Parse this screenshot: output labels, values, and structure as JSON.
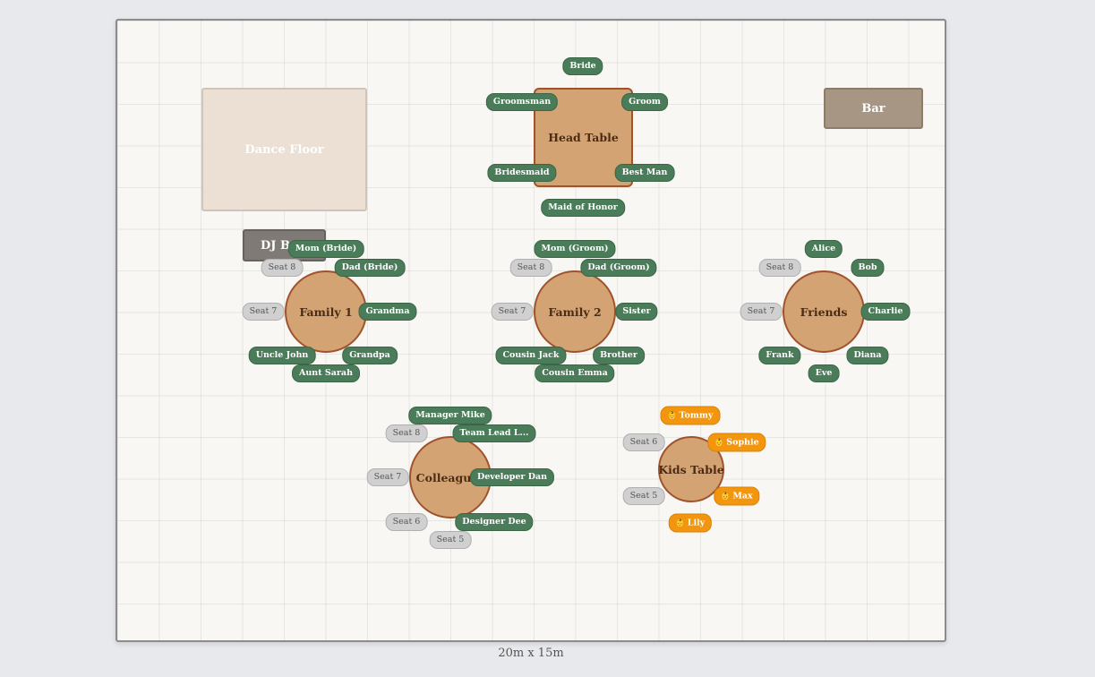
{
  "canvas": {
    "dimensions_label": "20m x 15m"
  },
  "zones": {
    "dance_floor": "Dance Floor",
    "bar": "Bar",
    "dj_booth": "DJ Booth"
  },
  "colors": {
    "seat_taken": "#4a7c59",
    "seat_empty": "#d0d0d0",
    "seat_kid": "#f3960f",
    "table_fill": "#d4a373",
    "table_border": "#a0522d"
  },
  "tables": {
    "head": {
      "name": "Head Table",
      "seats": [
        "Bride",
        "Groomsman",
        "Groom",
        "Bridesmaid",
        "Best Man",
        "Maid of Honor"
      ]
    },
    "family1": {
      "name": "Family 1",
      "seats": [
        "Mom (Bride)",
        "Dad (Bride)",
        "Grandma",
        "Grandpa",
        "Aunt Sarah",
        "Uncle John",
        "Seat 7",
        "Seat 8"
      ]
    },
    "family2": {
      "name": "Family 2",
      "seats": [
        "Mom (Groom)",
        "Dad (Groom)",
        "Sister",
        "Brother",
        "Cousin Emma",
        "Cousin Jack",
        "Seat 7",
        "Seat 8"
      ]
    },
    "friends": {
      "name": "Friends",
      "seats": [
        "Alice",
        "Bob",
        "Charlie",
        "Diana",
        "Eve",
        "Frank",
        "Seat 7",
        "Seat 8"
      ]
    },
    "colleagues": {
      "name": "Colleagues",
      "seats": [
        "Manager Mike",
        "Team Lead L...",
        "Developer Dan",
        "Designer Dee",
        "Seat 5",
        "Seat 6",
        "Seat 7",
        "Seat 8"
      ]
    },
    "kids": {
      "name": "Kids Table",
      "kid_icon": "👶",
      "seats": [
        "Tommy",
        "Sophie",
        "Max",
        "Lily",
        "Seat 5",
        "Seat 6"
      ]
    }
  }
}
